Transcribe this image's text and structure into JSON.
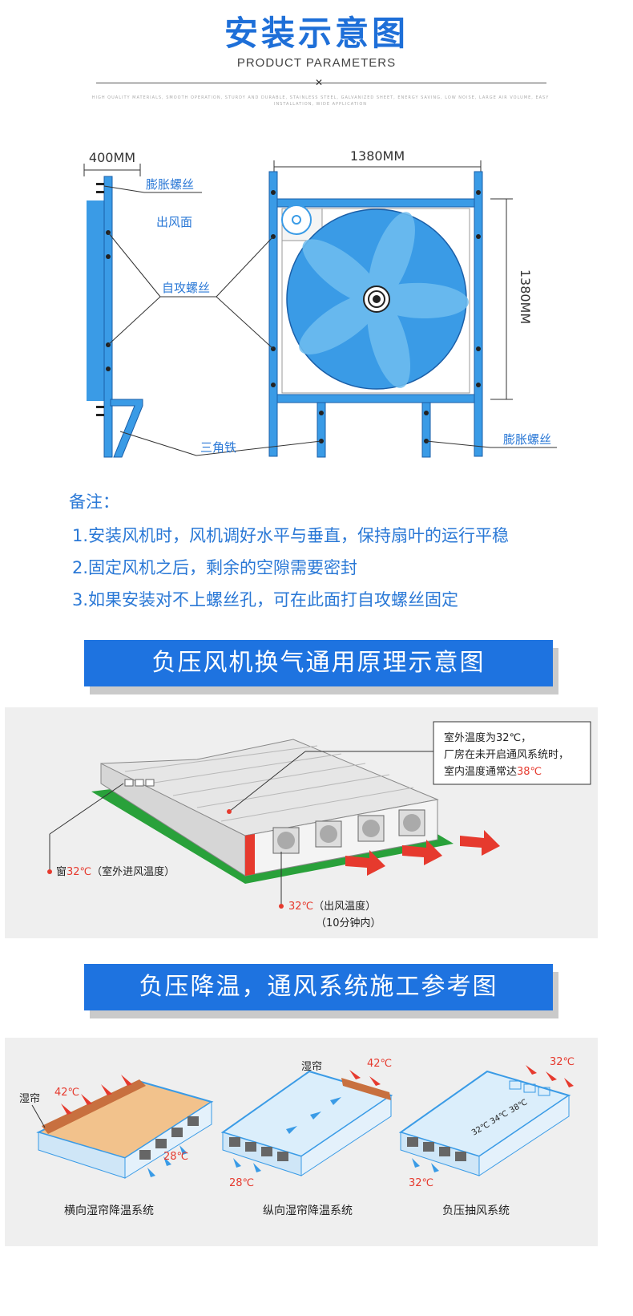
{
  "header": {
    "title": "安装示意图",
    "subtitle": "PRODUCT PARAMETERS",
    "fine_print": "HIGH QUALITY MATERIALS, SMOOTH OPERATION, STURDY AND DURABLE, STAINLESS STEEL, GALVANIZED SHEET, ENERGY SAVING, LOW NOISE, LARGE AIR VOLUME, EASY INSTALLATION, WIDE APPLICATION"
  },
  "install_diagram": {
    "side_width": "400MM",
    "front_width": "1380MM",
    "front_height": "1380MM",
    "label_expansion_bolt_top": "膨胀螺丝",
    "label_outlet_face": "出风面",
    "label_self_tapping": "自攻螺丝",
    "label_triangle_iron": "三角铁",
    "label_expansion_bolt_bottom": "膨胀螺丝"
  },
  "notes": {
    "heading": "备注：",
    "items": [
      "1.安装风机时，风机调好水平与垂直，保持扇叶的运行平稳",
      "2.固定风机之后，剩余的空隙需要密封",
      "3.如果安装对不上螺丝孔，可在此面打自攻螺丝固定"
    ]
  },
  "principle": {
    "banner": "负压风机换气通用原理示意图",
    "callout_line1": "室外温度为32℃，",
    "callout_line2": "厂房在未开启通风系统时，",
    "callout_line3_prefix": "室内温度通常达",
    "callout_line3_value": "38℃",
    "window_prefix": "窗",
    "window_temp": "32℃",
    "window_suffix": "（室外进风温度）",
    "outlet_temp": "32℃",
    "outlet_suffix": "（出风温度）",
    "outlet_time": "（10分钟内）"
  },
  "construction": {
    "banner": "负压降温，通风系统施工参考图",
    "systems": [
      {
        "caption": "横向湿帘降温系统",
        "curtain": "湿帘",
        "hot": "42℃",
        "cool": "28℃"
      },
      {
        "caption": "纵向湿帘降温系统",
        "curtain": "湿帘",
        "hot": "42℃",
        "cool": "28℃"
      },
      {
        "caption": "负压抽风系统",
        "hot": "32℃",
        "cool": "32℃",
        "t1": "32℃",
        "t2": "34℃",
        "t3": "38℃"
      }
    ]
  },
  "colors": {
    "blue": "#1e73e0",
    "fan_blue": "#3a9be6",
    "red": "#e63a2e",
    "green": "#29a13a"
  }
}
